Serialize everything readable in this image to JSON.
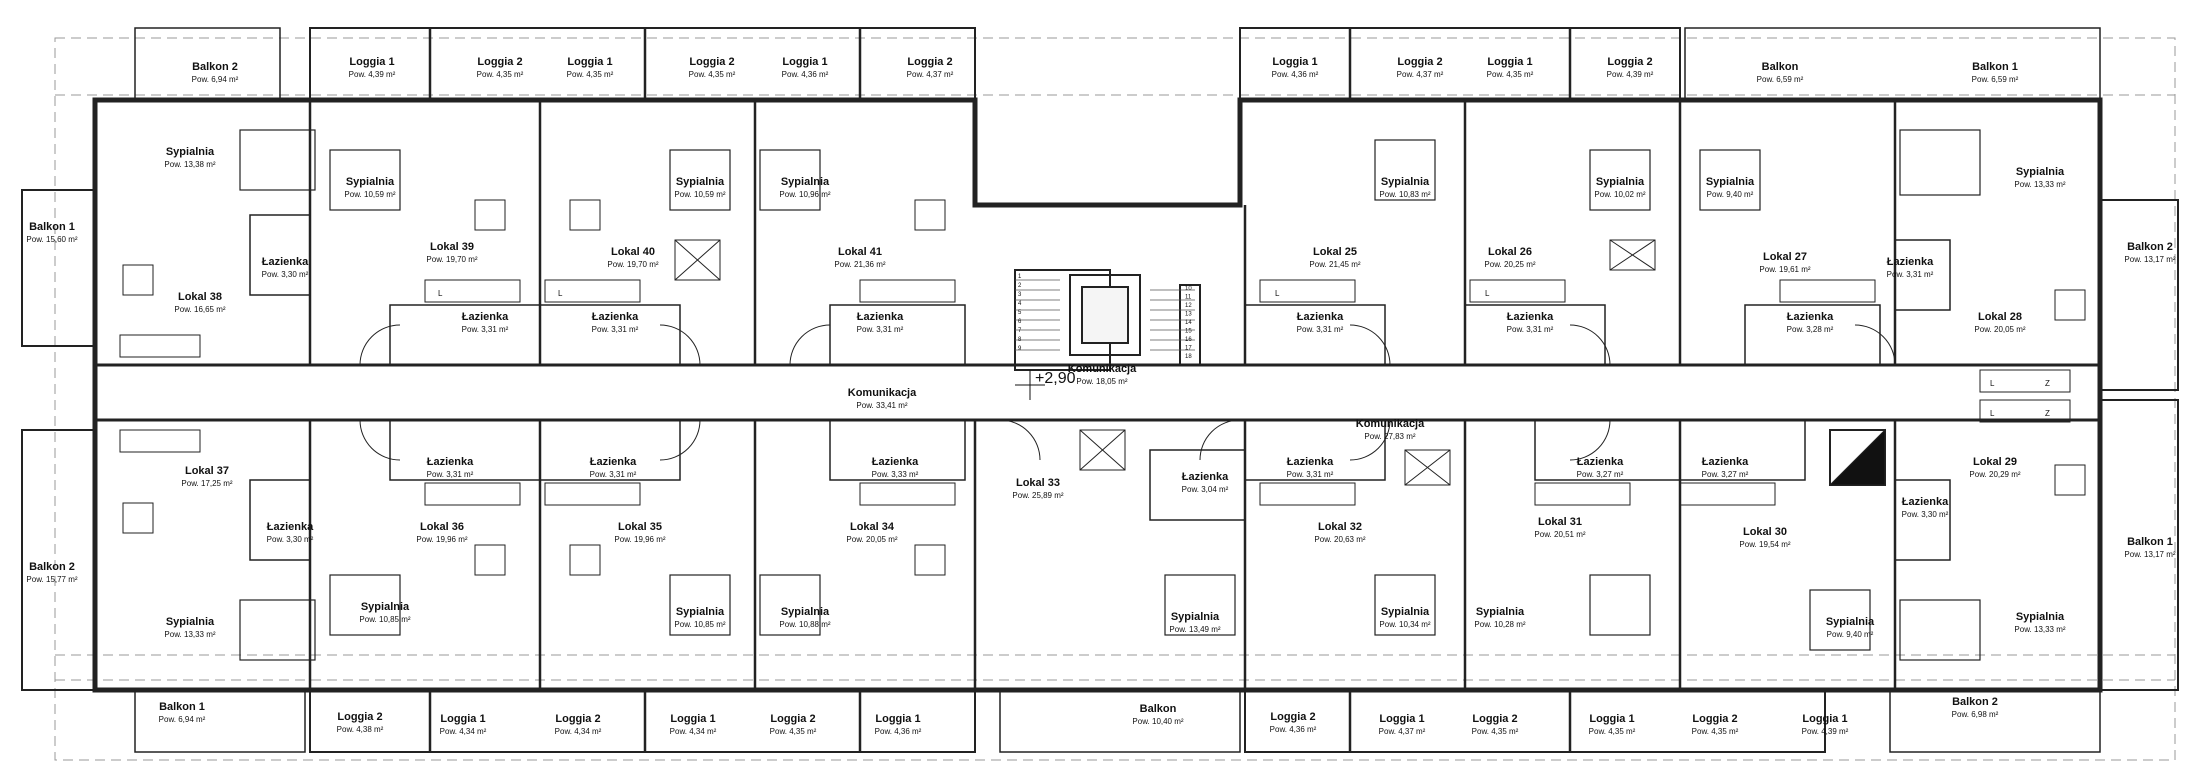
{
  "rooms": [
    {
      "name": "Balkon 2",
      "area": "Pow. 6,94 m²"
    },
    {
      "name": "Loggia 1",
      "area": "Pow. 4,39 m²"
    },
    {
      "name": "Loggia 2",
      "area": "Pow. 4,35 m²"
    },
    {
      "name": "Loggia 1",
      "area": "Pow. 4,35 m²"
    },
    {
      "name": "Loggia 2",
      "area": "Pow. 4,35 m²"
    },
    {
      "name": "Loggia 1",
      "area": "Pow. 4,36 m²"
    },
    {
      "name": "Loggia 2",
      "area": "Pow. 4,37 m²"
    },
    {
      "name": "Loggia 1",
      "area": "Pow. 4,36 m²"
    },
    {
      "name": "Loggia 2",
      "area": "Pow. 4,37 m²"
    },
    {
      "name": "Loggia 1",
      "area": "Pow. 4,35 m²"
    },
    {
      "name": "Loggia 2",
      "area": "Pow. 4,39 m²"
    },
    {
      "name": "Balkon",
      "area": "Pow. 6,59 m²"
    },
    {
      "name": "Balkon 1",
      "area": "Pow. 6,59 m²"
    },
    {
      "name": "Balkon 1",
      "area": "Pow. 15,60 m²"
    },
    {
      "name": "Sypialnia",
      "area": "Pow. 13,38 m²"
    },
    {
      "name": "Łazienka",
      "area": "Pow. 3,30 m²"
    },
    {
      "name": "Lokal 38",
      "area": "Pow. 16,65 m²"
    },
    {
      "name": "Sypialnia",
      "area": "Pow. 10,59 m²"
    },
    {
      "name": "Lokal 39",
      "area": "Pow. 19,70 m²"
    },
    {
      "name": "Łazienka",
      "area": "Pow. 3,31 m²"
    },
    {
      "name": "Lokal 40",
      "area": "Pow. 19,70 m²"
    },
    {
      "name": "Łazienka",
      "area": "Pow. 3,31 m²"
    },
    {
      "name": "Sypialnia",
      "area": "Pow. 10,59 m²"
    },
    {
      "name": "Sypialnia",
      "area": "Pow. 10,96 m²"
    },
    {
      "name": "Lokal 41",
      "area": "Pow. 21,36 m²"
    },
    {
      "name": "Łazienka",
      "area": "Pow. 3,31 m²"
    },
    {
      "name": "Lokal 25",
      "area": "Pow. 21,45 m²"
    },
    {
      "name": "Łazienka",
      "area": "Pow. 3,31 m²"
    },
    {
      "name": "Sypialnia",
      "area": "Pow. 10,83 m²"
    },
    {
      "name": "Lokal 26",
      "area": "Pow. 20,25 m²"
    },
    {
      "name": "Łazienka",
      "area": "Pow. 3,31 m²"
    },
    {
      "name": "Sypialnia",
      "area": "Pow. 10,02 m²"
    },
    {
      "name": "Sypialnia",
      "area": "Pow. 9,40 m²"
    },
    {
      "name": "Lokal 27",
      "area": "Pow. 19,61 m²"
    },
    {
      "name": "Łazienka",
      "area": "Pow. 3,28 m²"
    },
    {
      "name": "Sypialnia",
      "area": "Pow. 13,33 m²"
    },
    {
      "name": "Łazienka",
      "area": "Pow. 3,31 m²"
    },
    {
      "name": "Lokal 28",
      "area": "Pow. 20,05 m²"
    },
    {
      "name": "Balkon 2",
      "area": "Pow. 13,17 m²"
    },
    {
      "name": "Komunikacja",
      "area": "Pow. 33,41 m²"
    },
    {
      "name": "Komunikacja",
      "area": "Pow. 18,05 m²"
    },
    {
      "name": "Komunikacja",
      "area": "Pow. 27,83 m²"
    },
    {
      "name": "Lokal 37",
      "area": "Pow. 17,25 m²"
    },
    {
      "name": "Łazienka",
      "area": "Pow. 3,30 m²"
    },
    {
      "name": "Balkon 2",
      "area": "Pow. 15,77 m²"
    },
    {
      "name": "Sypialnia",
      "area": "Pow. 13,33 m²"
    },
    {
      "name": "Łazienka",
      "area": "Pow. 3,31 m²"
    },
    {
      "name": "Lokal 36",
      "area": "Pow. 19,96 m²"
    },
    {
      "name": "Sypialnia",
      "area": "Pow. 10,85 m²"
    },
    {
      "name": "Łazienka",
      "area": "Pow. 3,31 m²"
    },
    {
      "name": "Lokal 35",
      "area": "Pow. 19,96 m²"
    },
    {
      "name": "Sypialnia",
      "area": "Pow. 10,85 m²"
    },
    {
      "name": "Sypialnia",
      "area": "Pow. 10,88 m²"
    },
    {
      "name": "Łazienka",
      "area": "Pow. 3,33 m²"
    },
    {
      "name": "Lokal 34",
      "area": "Pow. 20,05 m²"
    },
    {
      "name": "Lokal 33",
      "area": "Pow. 25,89 m²"
    },
    {
      "name": "Łazienka",
      "area": "Pow. 3,04 m²"
    },
    {
      "name": "Sypialnia",
      "area": "Pow. 13,49 m²"
    },
    {
      "name": "Łazienka",
      "area": "Pow. 3,31 m²"
    },
    {
      "name": "Lokal 32",
      "area": "Pow. 20,63 m²"
    },
    {
      "name": "Sypialnia",
      "area": "Pow. 10,34 m²"
    },
    {
      "name": "Sypialnia",
      "area": "Pow. 10,28 m²"
    },
    {
      "name": "Łazienka",
      "area": "Pow. 3,27 m²"
    },
    {
      "name": "Lokal 31",
      "area": "Pow. 20,51 m²"
    },
    {
      "name": "Łazienka",
      "area": "Pow. 3,27 m²"
    },
    {
      "name": "Lokal 30",
      "area": "Pow. 19,54 m²"
    },
    {
      "name": "Sypialnia",
      "area": "Pow. 9,40 m²"
    },
    {
      "name": "Lokal 29",
      "area": "Pow. 20,29 m²"
    },
    {
      "name": "Łazienka",
      "area": "Pow. 3,30 m²"
    },
    {
      "name": "Sypialnia",
      "area": "Pow. 13,33 m²"
    },
    {
      "name": "Balkon 1",
      "area": "Pow. 13,17 m²"
    },
    {
      "name": "Balkon 1",
      "area": "Pow. 6,94 m²"
    },
    {
      "name": "Loggia 2",
      "area": "Pow. 4,38 m²"
    },
    {
      "name": "Loggia 1",
      "area": "Pow. 4,34 m²"
    },
    {
      "name": "Loggia 2",
      "area": "Pow. 4,34 m²"
    },
    {
      "name": "Loggia 1",
      "area": "Pow. 4,34 m²"
    },
    {
      "name": "Loggia 2",
      "area": "Pow. 4,35 m²"
    },
    {
      "name": "Loggia 1",
      "area": "Pow. 4,36 m²"
    },
    {
      "name": "Balkon",
      "area": "Pow. 10,40 m²"
    },
    {
      "name": "Loggia 2",
      "area": "Pow. 4,36 m²"
    },
    {
      "name": "Loggia 1",
      "area": "Pow. 4,37 m²"
    },
    {
      "name": "Loggia 2",
      "area": "Pow. 4,35 m²"
    },
    {
      "name": "Loggia 1",
      "area": "Pow. 4,35 m²"
    },
    {
      "name": "Loggia 2",
      "area": "Pow. 4,35 m²"
    },
    {
      "name": "Loggia 1",
      "area": "Pow. 4,39 m²"
    },
    {
      "name": "Balkon 2",
      "area": "Pow. 6,98 m²"
    }
  ],
  "level_mark": "+2,90",
  "appliance_letters": [
    "L",
    "Z"
  ],
  "stair_steps": [
    "1",
    "2",
    "3",
    "4",
    "5",
    "6",
    "7",
    "8",
    "9",
    "10",
    "11",
    "12",
    "13",
    "14",
    "15",
    "16",
    "17",
    "18"
  ]
}
